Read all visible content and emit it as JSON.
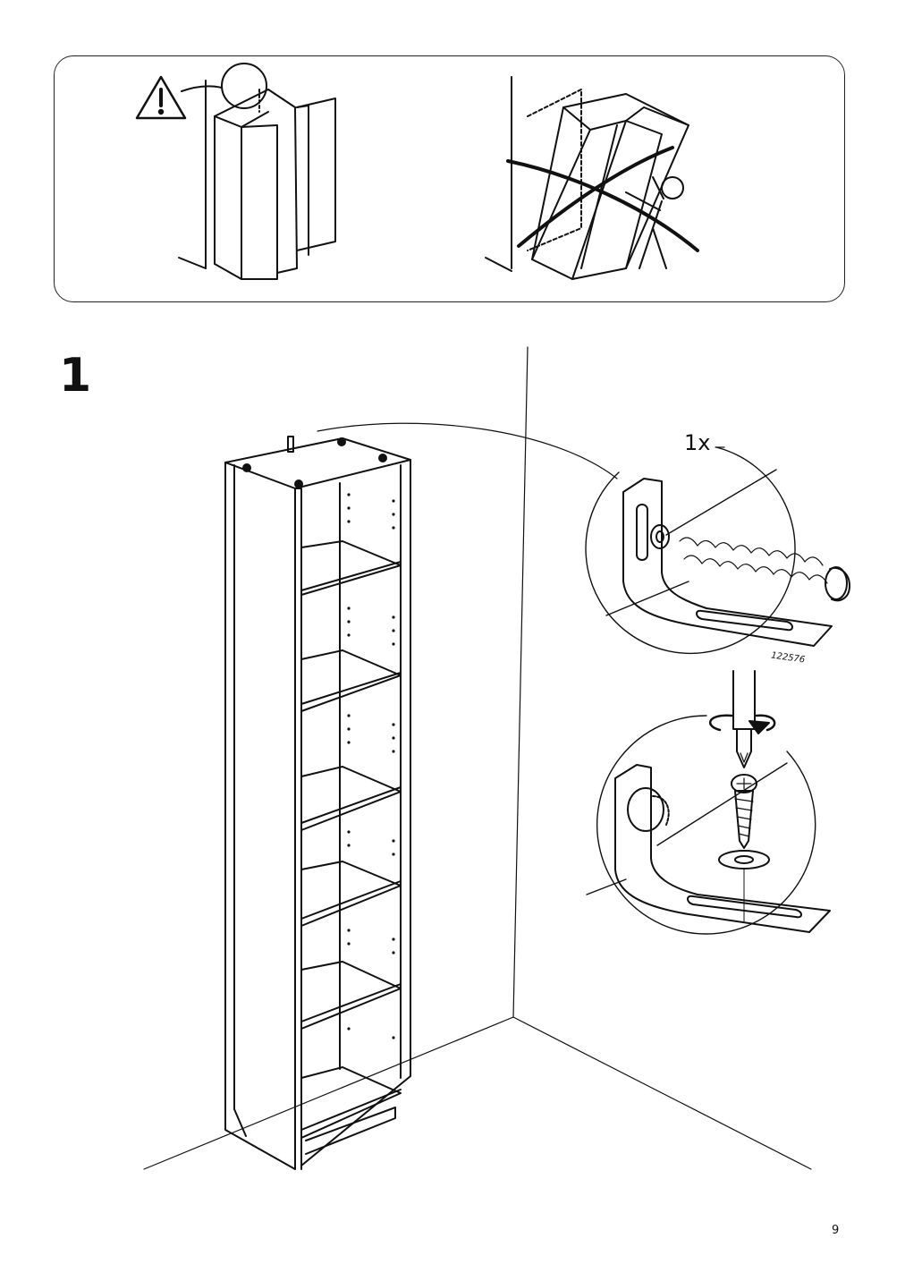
{
  "step": {
    "number": "1"
  },
  "callout": {
    "quantity": "1x",
    "part_number": "122576"
  },
  "footer": {
    "page_number": "9"
  },
  "icons": {
    "warning": "warning-triangle-icon",
    "rotate": "rotate-clockwise-arrow-icon"
  },
  "colors": {
    "line": "#111111",
    "background": "#ffffff"
  }
}
